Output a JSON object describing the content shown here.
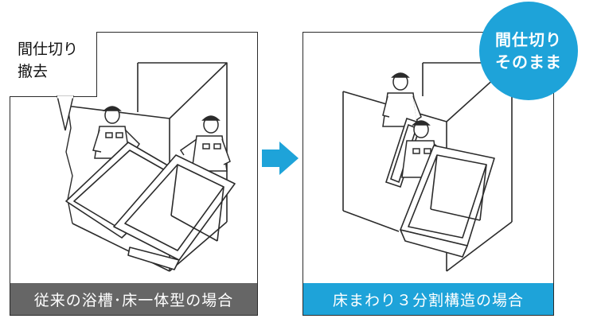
{
  "left_panel": {
    "callout_line1": "間仕切り",
    "callout_line2": "撤去",
    "caption": "従来の浴槽･床一体型の場合"
  },
  "right_panel": {
    "badge_line1": "間仕切り",
    "badge_line2": "そのまま",
    "caption": "床まわり３分割構造の場合"
  },
  "colors": {
    "accent_blue": "#1ea3d9",
    "caption_gray": "#666666",
    "line": "#2b2b2b"
  }
}
